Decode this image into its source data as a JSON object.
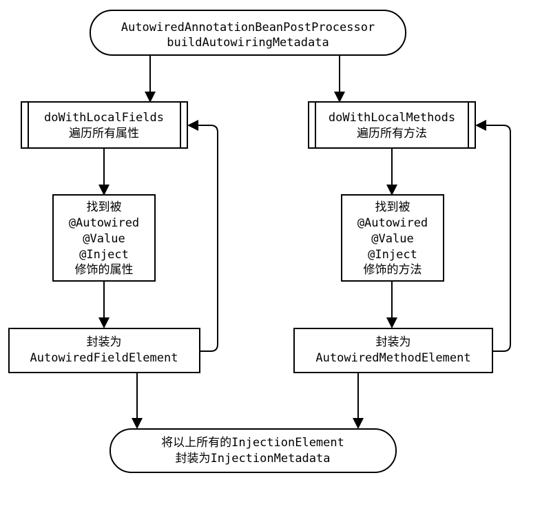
{
  "diagram": {
    "title": "AutowiredAnnotationBeanPostProcessor buildAutowiringMetadata flow",
    "background_color": "#ffffff",
    "stroke_color": "#000000",
    "fill_color": "#ffffff",
    "nodes": {
      "start": {
        "shape": "stadium",
        "line1": "AutowiredAnnotationBeanPostProcessor",
        "line2": "buildAutowiringMetadata"
      },
      "fields_loop": {
        "shape": "subroutine",
        "line1": "doWithLocalFields",
        "line2": "遍历所有属性"
      },
      "methods_loop": {
        "shape": "subroutine",
        "line1": "doWithLocalMethods",
        "line2": "遍历所有方法"
      },
      "find_fields": {
        "shape": "rect",
        "line1": "找到被",
        "line2": "@Autowired",
        "line3": "@Value",
        "line4": "@Inject",
        "line5": "修饰的属性"
      },
      "find_methods": {
        "shape": "rect",
        "line1": "找到被",
        "line2": "@Autowired",
        "line3": "@Value",
        "line4": "@Inject",
        "line5": "修饰的方法"
      },
      "wrap_field": {
        "shape": "rect",
        "line1": "封装为",
        "line2": "AutowiredFieldElement"
      },
      "wrap_method": {
        "shape": "rect",
        "line1": "封装为",
        "line2": "AutowiredMethodElement"
      },
      "end": {
        "shape": "stadium",
        "line1": "将以上所有的InjectionElement",
        "line2": "封装为InjectionMetadata"
      }
    },
    "edges": [
      {
        "name": "start-to-fields-loop",
        "from": "start",
        "to": "fields_loop",
        "label": ""
      },
      {
        "name": "start-to-methods-loop",
        "from": "start",
        "to": "methods_loop",
        "label": ""
      },
      {
        "name": "fields-loop-to-find-fields",
        "from": "fields_loop",
        "to": "find_fields",
        "label": ""
      },
      {
        "name": "methods-loop-to-find-methods",
        "from": "methods_loop",
        "to": "find_methods",
        "label": ""
      },
      {
        "name": "find-fields-to-wrap-field",
        "from": "find_fields",
        "to": "wrap_field",
        "label": ""
      },
      {
        "name": "find-methods-to-wrap-method",
        "from": "find_methods",
        "to": "wrap_method",
        "label": ""
      },
      {
        "name": "wrap-field-back-to-fields-loop",
        "from": "wrap_field",
        "to": "fields_loop",
        "label": ""
      },
      {
        "name": "wrap-method-back-to-methods-loop",
        "from": "wrap_method",
        "to": "methods_loop",
        "label": ""
      },
      {
        "name": "wrap-field-to-end",
        "from": "wrap_field",
        "to": "end",
        "label": ""
      },
      {
        "name": "wrap-method-to-end",
        "from": "wrap_method",
        "to": "end",
        "label": ""
      }
    ]
  }
}
